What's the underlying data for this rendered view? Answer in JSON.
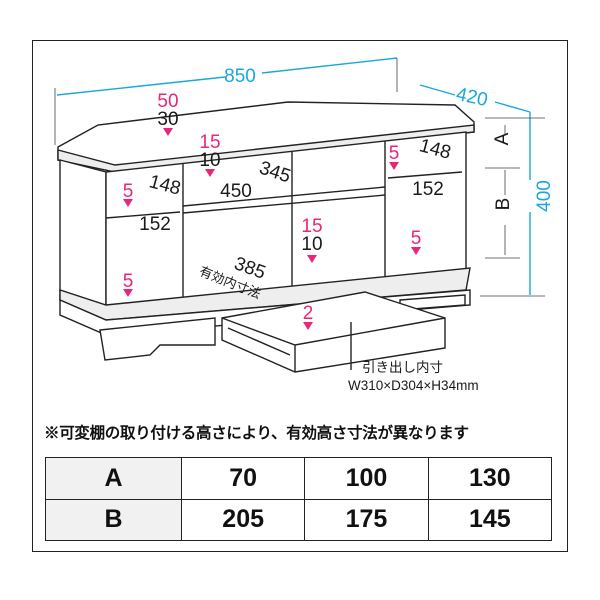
{
  "dimensions": {
    "width": "850",
    "depth": "420",
    "height": "400",
    "label_a": "A",
    "label_b": "B",
    "top_inner_pink": "50",
    "top_inner": "30",
    "shelf_pink": "15",
    "shelf": "10",
    "shelf_depth": "345",
    "shelf_width": "450",
    "left_depth_top": "148",
    "left_depth_bottom": "152",
    "left_gap_pink_upper": "5",
    "left_gap_pink_lower": "5",
    "center_pink": "15",
    "center": "10",
    "right_gap_pink_upper": "5",
    "right_depth_top": "148",
    "right_depth_bottom": "152",
    "right_gap_pink_lower": "5",
    "inner_depth": "385",
    "inner_label": "有効内寸法",
    "drawer_pink": "2",
    "drawer_label": "引き出し内寸",
    "drawer_size": "W310×D304×H34mm"
  },
  "note": "※可変棚の取り付ける高さにより、有効高さ寸法が異なります",
  "table": {
    "rows": [
      {
        "label": "A",
        "values": [
          "70",
          "100",
          "130"
        ]
      },
      {
        "label": "B",
        "values": [
          "205",
          "175",
          "145"
        ]
      }
    ]
  },
  "colors": {
    "pink": "#e8267a",
    "cyan": "#1aa7dd"
  }
}
